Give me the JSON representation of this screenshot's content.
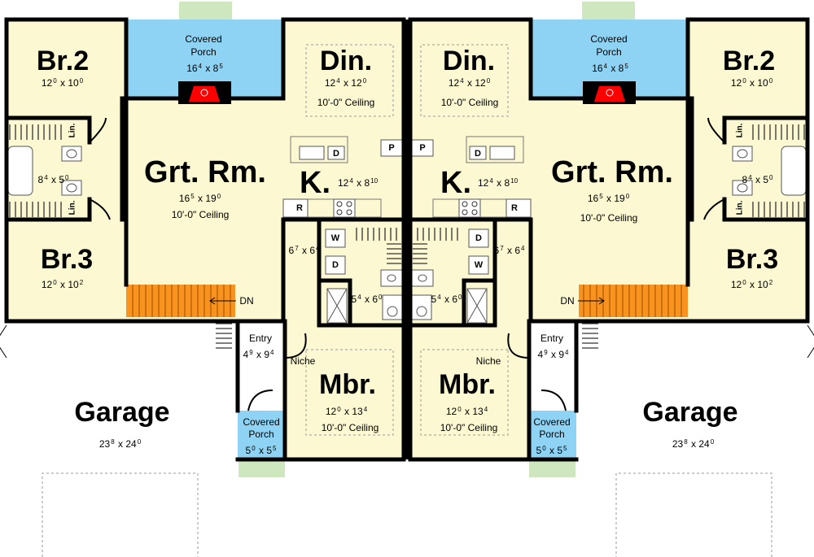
{
  "colors": {
    "wall": "#000000",
    "interior": "#fbf8d2",
    "covered_porch": "#8fd3f4",
    "garage": "#ffffff",
    "stairs": "#f7931e",
    "fireplace": "#ff0000",
    "landscape": "#cfe7bf",
    "fixtures": "#ffffff"
  },
  "left_unit": {
    "br2": {
      "name": "Br.2",
      "w": "12",
      "wi": "0",
      "d": "10",
      "di": "0"
    },
    "br3": {
      "name": "Br.3",
      "w": "12",
      "wi": "0",
      "d": "10",
      "di": "2"
    },
    "bath": {
      "w": "8",
      "wi": "4",
      "d": "5",
      "di": "0"
    },
    "lin_top": "Lin.",
    "lin_bottom": "Lin.",
    "porch_rear": {
      "title_1": "Covered",
      "title_2": "Porch",
      "w": "16",
      "wi": "4",
      "d": "8",
      "di": "5"
    },
    "dining": {
      "name": "Din.",
      "w": "12",
      "wi": "4",
      "d": "12",
      "di": "0",
      "ceiling": "10'-0\" Ceiling"
    },
    "great_room": {
      "name": "Grt. Rm.",
      "w": "16",
      "wi": "5",
      "d": "19",
      "di": "0",
      "ceiling": "10'-0\" Ceiling"
    },
    "kitchen": {
      "name": "K.",
      "w": "12",
      "wi": "4",
      "d": "8",
      "di": "10"
    },
    "appliances": {
      "dishwasher": "D",
      "pantry": "P",
      "refrigerator": "R",
      "washer": "W",
      "dryer": "D"
    },
    "laundry": {
      "w": "6",
      "wi": "7",
      "d": "6",
      "di": "4"
    },
    "stair_label": "DN",
    "entry": {
      "name": "Entry",
      "w": "4",
      "wi": "9",
      "d": "9",
      "di": "4"
    },
    "niche": "Niche",
    "master_bath": {
      "w": "5",
      "wi": "4",
      "d": "6",
      "di": "0"
    },
    "master_bed": {
      "name": "Mbr.",
      "w": "12",
      "wi": "0",
      "d": "13",
      "di": "4",
      "ceiling": "10'-0\" Ceiling"
    },
    "porch_front": {
      "title_1": "Covered",
      "title_2": "Porch",
      "w": "5",
      "wi": "0",
      "d": "5",
      "di": "5"
    },
    "garage": {
      "name": "Garage",
      "w": "23",
      "wi": "8",
      "d": "24",
      "di": "0"
    }
  },
  "right_unit": {
    "br2": {
      "name": "Br.2",
      "w": "12",
      "wi": "0",
      "d": "10",
      "di": "0"
    },
    "br3": {
      "name": "Br.3",
      "w": "12",
      "wi": "0",
      "d": "10",
      "di": "2"
    },
    "bath": {
      "w": "8",
      "wi": "4",
      "d": "5",
      "di": "0"
    },
    "lin_top": "Lin.",
    "lin_bottom": "Lin.",
    "porch_rear": {
      "title_1": "Covered",
      "title_2": "Porch",
      "w": "16",
      "wi": "4",
      "d": "8",
      "di": "5"
    },
    "dining": {
      "name": "Din.",
      "w": "12",
      "wi": "4",
      "d": "12",
      "di": "0",
      "ceiling": "10'-0\" Ceiling"
    },
    "great_room": {
      "name": "Grt. Rm.",
      "w": "16",
      "wi": "5",
      "d": "19",
      "di": "0",
      "ceiling": "10'-0\" Ceiling"
    },
    "kitchen": {
      "name": "K.",
      "w": "12",
      "wi": "4",
      "d": "8",
      "di": "10"
    },
    "appliances": {
      "dishwasher": "D",
      "pantry": "P",
      "refrigerator": "R",
      "washer": "W",
      "dryer": "D"
    },
    "laundry": {
      "w": "6",
      "wi": "7",
      "d": "6",
      "di": "4"
    },
    "stair_label": "DN",
    "entry": {
      "name": "Entry",
      "w": "4",
      "wi": "9",
      "d": "9",
      "di": "4"
    },
    "niche": "Niche",
    "master_bath": {
      "w": "5",
      "wi": "4",
      "d": "6",
      "di": "0"
    },
    "master_bed": {
      "name": "Mbr.",
      "w": "12",
      "wi": "0",
      "d": "13",
      "di": "4",
      "ceiling": "10'-0\" Ceiling"
    },
    "porch_front": {
      "title_1": "Covered",
      "title_2": "Porch",
      "w": "5",
      "wi": "0",
      "d": "5",
      "di": "5"
    },
    "garage": {
      "name": "Garage",
      "w": "23",
      "wi": "8",
      "d": "24",
      "di": "0"
    }
  }
}
